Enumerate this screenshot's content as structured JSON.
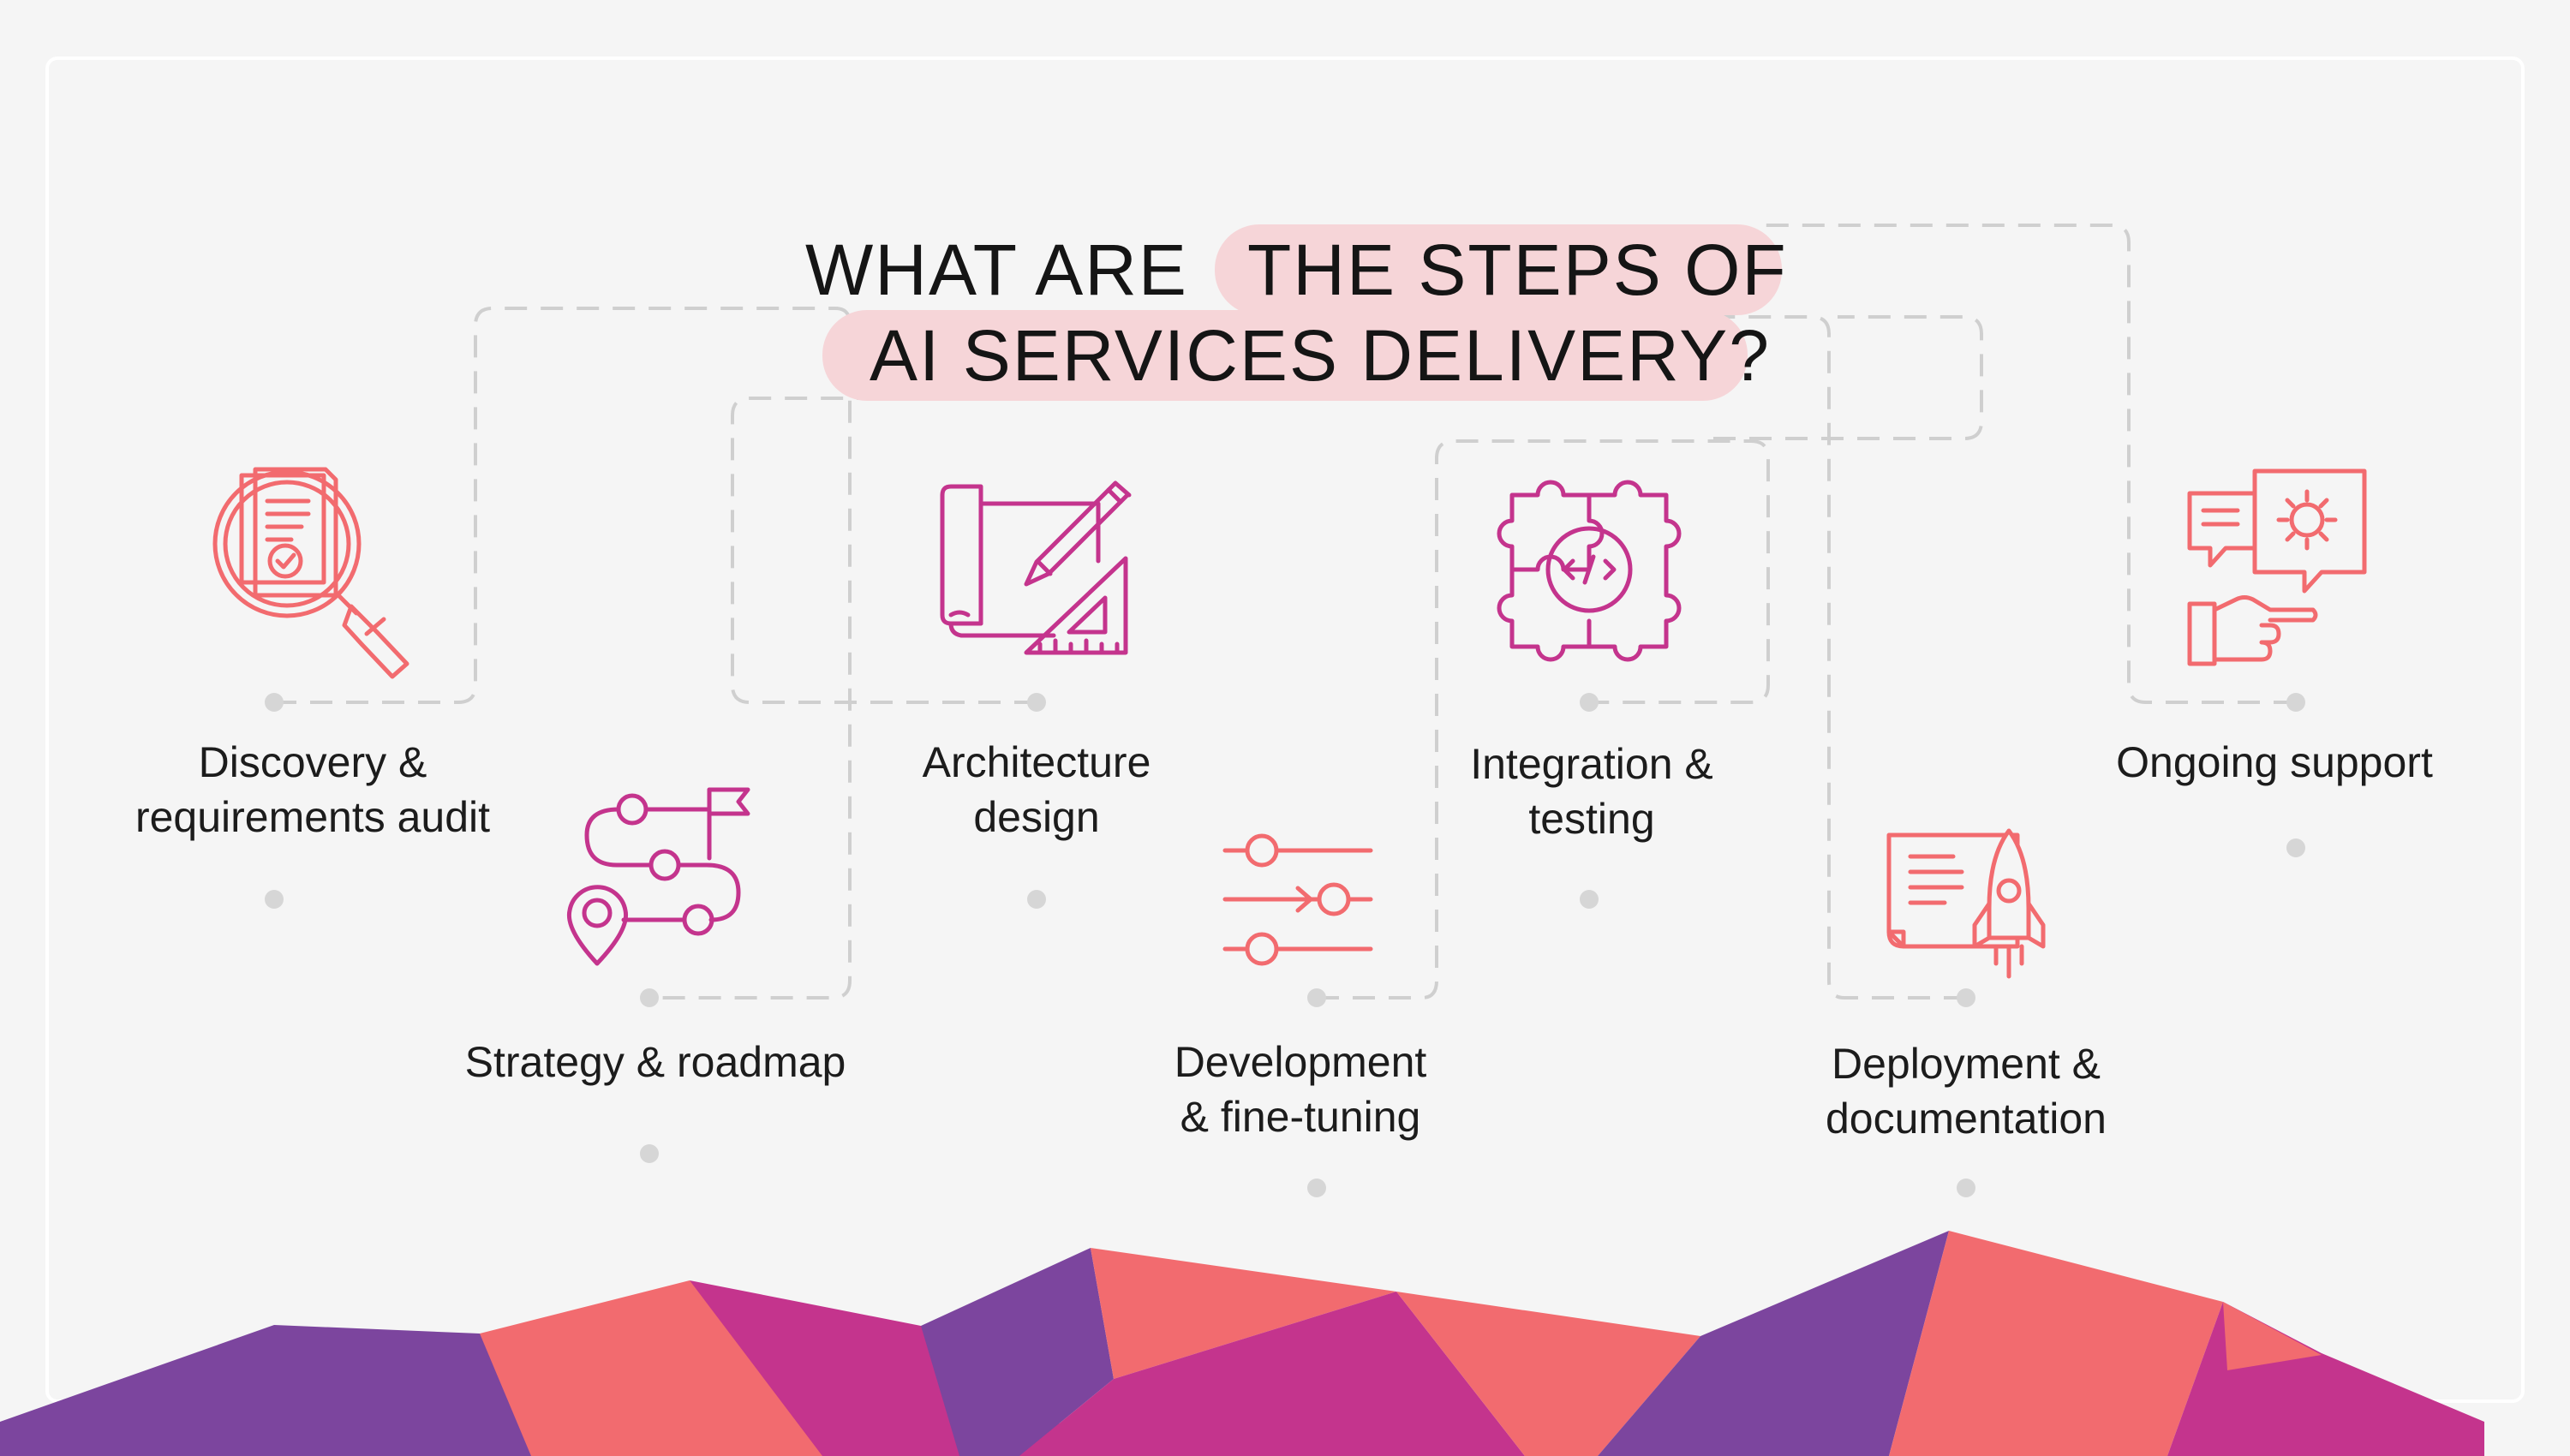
{
  "title": {
    "line1_plain": "WHAT ARE",
    "line1_highlight": "THE STEPS OF",
    "line2_highlight": "AI SERVICES DELIVERY?"
  },
  "steps": [
    {
      "id": "discovery",
      "label_lines": [
        "Discovery &",
        "requirements audit"
      ],
      "icon": "document-search-icon",
      "color": "#f26b6f"
    },
    {
      "id": "strategy",
      "label_lines": [
        "Strategy & roadmap"
      ],
      "icon": "route-map-icon",
      "color": "#c4348d"
    },
    {
      "id": "architecture",
      "label_lines": [
        "Architecture",
        "design"
      ],
      "icon": "blueprint-pencil-icon",
      "color": "#c4348d"
    },
    {
      "id": "development",
      "label_lines": [
        "Development",
        "& fine-tuning"
      ],
      "icon": "sliders-icon",
      "color": "#f26b6f"
    },
    {
      "id": "integration",
      "label_lines": [
        "Integration &",
        "testing"
      ],
      "icon": "puzzle-code-icon",
      "color": "#c4348d"
    },
    {
      "id": "deployment",
      "label_lines": [
        "Deployment &",
        "documentation"
      ],
      "icon": "rocket-document-icon",
      "color": "#f26b6f"
    },
    {
      "id": "support",
      "label_lines": [
        "Ongoing support"
      ],
      "icon": "support-chat-icon",
      "color": "#f26b6f"
    }
  ],
  "colors": {
    "background": "#f5f5f5",
    "coral": "#f26b6f",
    "magenta": "#c4348d",
    "purple": "#7c459e",
    "dash": "#cfcfcf",
    "dot": "#d6d6d6",
    "highlight": "#f6d5d8"
  }
}
